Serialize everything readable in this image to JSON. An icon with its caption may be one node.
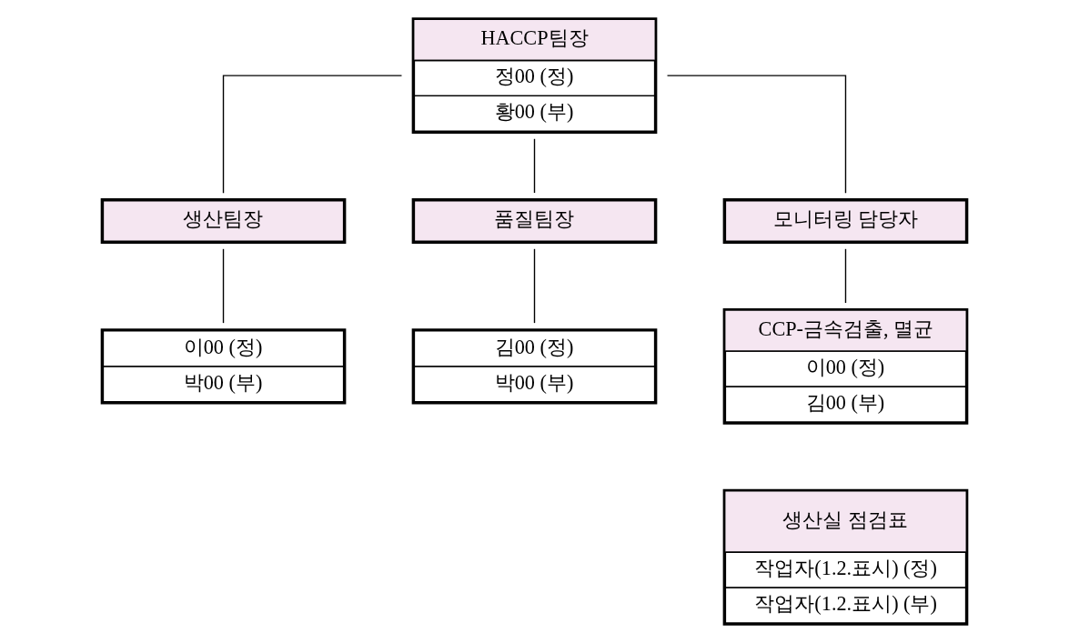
{
  "diagram": {
    "nodes": [
      {
        "text": [
          "HACCP팀장",
          "정00 (정)",
          "황00 (부)"
        ]
      },
      {
        "text": [
          "생산팀장"
        ]
      },
      {
        "text": [
          "품질팀장"
        ]
      },
      {
        "text": [
          "모니터링 담당자"
        ]
      },
      {
        "text": [
          "이00 (정)",
          "박00 (부)"
        ]
      },
      {
        "text": [
          "김00 (정)",
          "박00 (부)"
        ]
      },
      {
        "text": [
          "CCP-금속검출, 멸균",
          "이00 (정)",
          "김00 (부)"
        ]
      },
      {
        "text": [
          "생산실 점검표",
          "작업자(1.2.표시) (정)",
          "작업자(1.2.표시) (부)"
        ]
      }
    ],
    "edges": [
      {
        "from": 0,
        "to": 1,
        "arrow": "none"
      },
      {
        "from": 0,
        "to": 2,
        "arrow": "none"
      },
      {
        "from": 0,
        "to": 3,
        "arrow": "none"
      },
      {
        "from": 1,
        "to": 4,
        "arrow": "none"
      },
      {
        "from": 2,
        "to": 5,
        "arrow": "none"
      },
      {
        "from": 3,
        "to": 6,
        "arrow": "none"
      }
    ]
  }
}
